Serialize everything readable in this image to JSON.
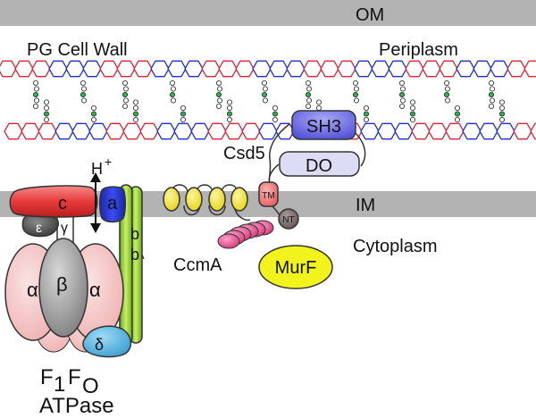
{
  "labels": {
    "om": "OM",
    "im": "IM",
    "pg_cell_wall": "PG Cell Wall",
    "periplasm": "Periplasm",
    "cytoplasm": "Cytoplasm",
    "csd5": "Csd5",
    "sh3": "SH3",
    "do": "DO",
    "tm": "TM",
    "nt": "NT",
    "ccma": "CcmA",
    "murf": "MurF",
    "h_plus": "H",
    "plus_sign": "+",
    "sub_c": "c",
    "sub_a": "a",
    "sub_b1": "b",
    "sub_b2": "b",
    "sub_epsilon": "ε",
    "sub_gamma": "γ",
    "sub_alpha_left": "α",
    "sub_beta": "β",
    "sub_alpha_right": "α",
    "sub_delta": "δ",
    "f1": "F",
    "f1_sub": "1",
    "fo": "F",
    "fo_sub": "O",
    "atpase": "ATPase"
  },
  "colors": {
    "membrane": "#b3b3b3",
    "pg_red": "#d9263a",
    "pg_blue": "#2230c9",
    "peptide_green": "#2db34a",
    "sh3": "#6b6be6",
    "do": "#dcdcf5",
    "tm": "#f07a7a",
    "nt": "#7a6a6a",
    "ccma_yellow": "#f2e61c",
    "ccma_pink": "#e8488f",
    "murf": "#f2f21c",
    "c_ring": "#ea4a4a",
    "a_subunit": "#2233cc",
    "b_subunit": "#a8dc3c",
    "alpha": "#f6c6c6",
    "beta": "#9a9a9a",
    "delta": "#52b7e6",
    "epsilon": "#555555"
  }
}
